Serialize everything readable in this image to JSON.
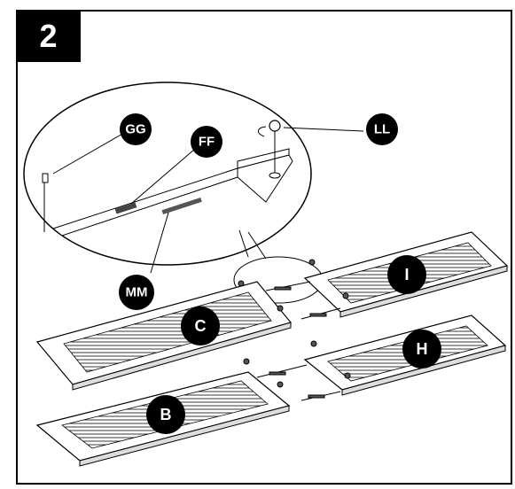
{
  "step_number": "2",
  "callouts": {
    "gg": "GG",
    "ff": "FF",
    "ll": "LL",
    "mm": "MM",
    "i": "I",
    "c": "C",
    "h": "H",
    "b": "B"
  }
}
